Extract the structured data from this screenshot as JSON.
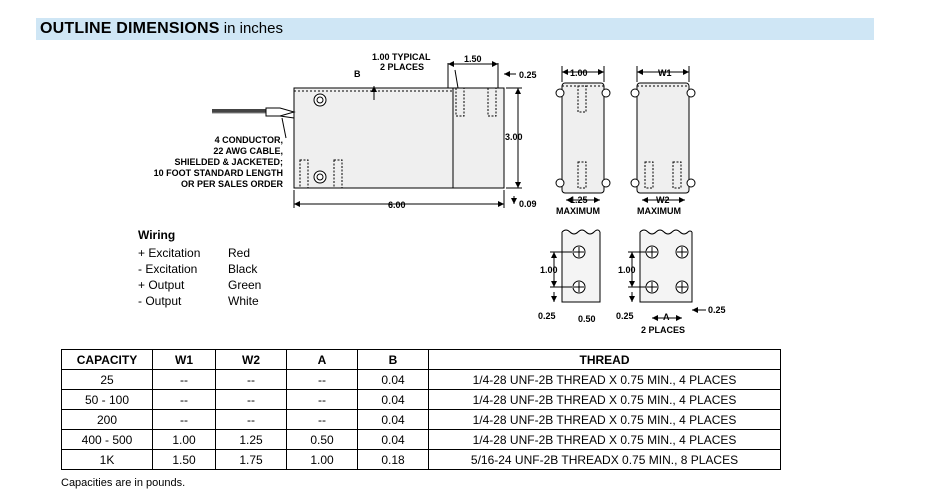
{
  "header": {
    "title_bold": "OUTLINE DIMENSIONS",
    "title_rest": " in inches"
  },
  "drawing": {
    "typical_label_line1": "1.00 TYPICAL",
    "typical_label_line2": "2 PLACES",
    "dim_top_width": "1.50",
    "dim_top_offset": "0.25",
    "dim_b": "B",
    "dim_height": "3.00",
    "dim_length": "6.00",
    "dim_bottom_offset": "0.09",
    "cable_note": [
      "4 CONDUCTOR,",
      "22 AWG CABLE,",
      "SHIELDED & JACKETED;",
      "10 FOOT STANDARD LENGTH",
      "OR PER SALES ORDER"
    ],
    "end_view_width": "1.00",
    "end_view_bottom": "1.25",
    "maximum_label": "MAXIMUM",
    "w1_label": "W1",
    "w2_label": "W2",
    "bottom_view_spacing": "1.00",
    "bottom_view_left_edge": "0.25",
    "bottom_view_center": "0.50",
    "a_label": "A",
    "two_places": "2 PLACES"
  },
  "wiring": {
    "title": "Wiring",
    "rows": [
      {
        "signal": "+ Excitation",
        "color": "Red"
      },
      {
        "signal": "- Excitation",
        "color": "Black"
      },
      {
        "signal": "+ Output",
        "color": "Green"
      },
      {
        "signal": "- Output",
        "color": "White"
      }
    ]
  },
  "table": {
    "headers": [
      "CAPACITY",
      "W1",
      "W2",
      "A",
      "B",
      "THREAD"
    ],
    "rows": [
      [
        "25",
        "--",
        "--",
        "--",
        "0.04",
        "1/4-28 UNF-2B THREAD X 0.75 MIN., 4 PLACES"
      ],
      [
        "50 - 100",
        "--",
        "--",
        "--",
        "0.04",
        "1/4-28 UNF-2B THREAD X 0.75 MIN., 4 PLACES"
      ],
      [
        "200",
        "--",
        "--",
        "--",
        "0.04",
        "1/4-28 UNF-2B THREAD X 0.75 MIN., 4 PLACES"
      ],
      [
        "400 - 500",
        "1.00",
        "1.25",
        "0.50",
        "0.04",
        "1/4-28 UNF-2B THREAD X 0.75 MIN., 4 PLACES"
      ],
      [
        "1K",
        "1.50",
        "1.75",
        "1.00",
        "0.18",
        "5/16-24 UNF-2B THREADX 0.75 MIN., 8 PLACES"
      ]
    ]
  },
  "note": "Capacities are in pounds."
}
